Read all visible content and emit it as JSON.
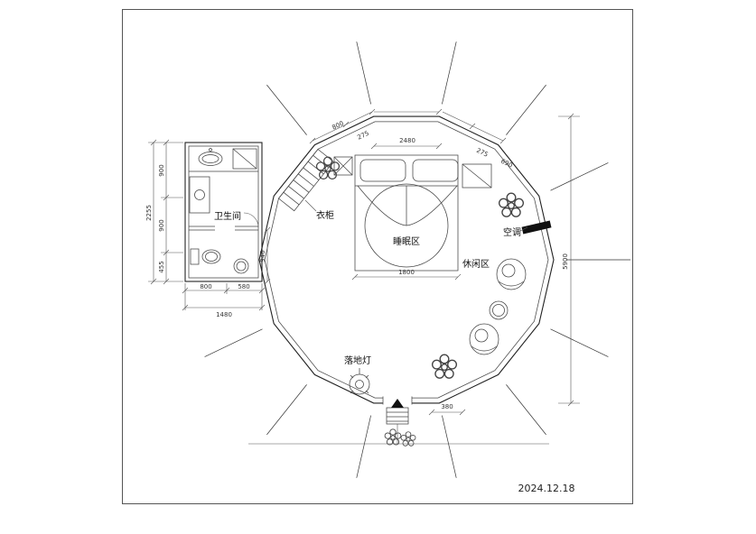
{
  "frame": {
    "date": "2024.12.18"
  },
  "labels": {
    "bathroom": "卫生间",
    "wardrobe": "衣柜",
    "sleep_area": "睡眠区",
    "leisure_area": "休闲区",
    "air_conditioner": "空调",
    "floor_lamp": "落地灯"
  },
  "dims": {
    "left_total": "2255",
    "left_seg_a": "900",
    "left_seg_b": "900",
    "left_seg_c": "455",
    "bath_bottom_total": "1480",
    "bath_bottom_a": "800",
    "bath_bottom_b": "580",
    "bath_right": "940",
    "height_total": "5900",
    "bed_width": "1800",
    "entrance_width": "380",
    "top_a": "800",
    "top_b": "275",
    "top_c": "2480",
    "top_d": "275",
    "top_e": "690"
  }
}
